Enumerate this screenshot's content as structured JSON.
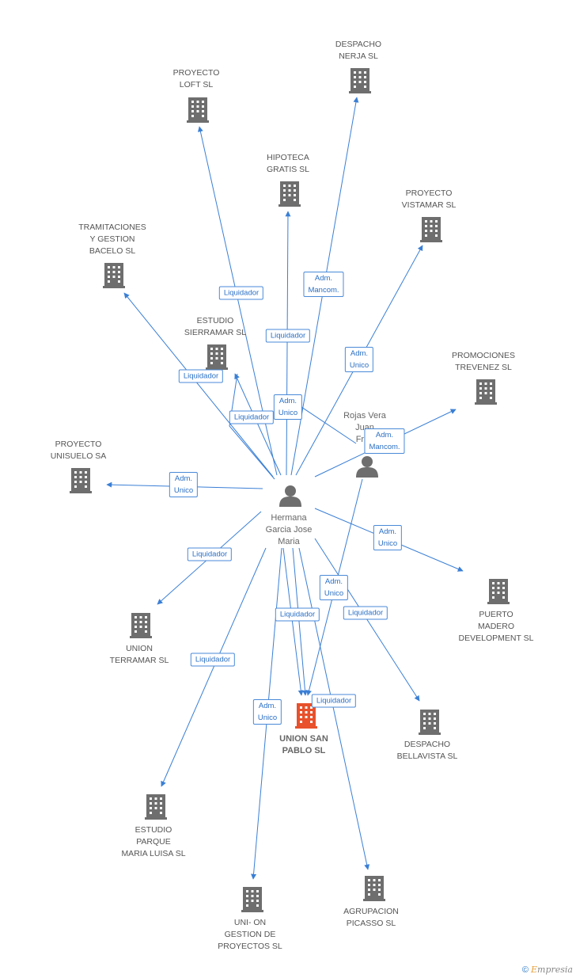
{
  "nodes": {
    "proyecto_loft": "PROYECTO\nLOFT SL",
    "despacho_nerja": "DESPACHO\nNERJA SL",
    "hipoteca_gratis": "HIPOTECA\nGRATIS SL",
    "proyecto_vistamar": "PROYECTO\nVISTAMAR SL",
    "tramitaciones": "TRAMITACIONES\nY GESTION\nBACELO SL",
    "estudio_sierramar": "ESTUDIO\nSIERRAMAR SL",
    "promociones_trevenez": "PROMOCIONES\nTREVENEZ SL",
    "proyecto_unisuelo": "PROYECTO\nUNISUELO SA",
    "puerto_madero": "PUERTO\nMADERO\nDEVELOPMENT SL",
    "union_terramar": "UNION\nTERRAMAR SL",
    "union_san_pablo": "UNION SAN\nPABLO SL",
    "despacho_bellavista": "DESPACHO\nBELLAVISTA SL",
    "estudio_parque": "ESTUDIO\nPARQUE\nMARIA LUISA SL",
    "uni_on_gestion": "UNI- ON\nGESTION DE\nPROYECTOS SL",
    "agrupacion_picasso": "AGRUPACION\nPICASSO SL"
  },
  "persons": {
    "hermana": "Hermana\nGarcia Jose\nMaria",
    "rojas": "Rojas Vera\nJuan\nFran"
  },
  "edges": {
    "e1": "Liquidador",
    "e2": "Adm.\nMancom.",
    "e3": "Liquidador",
    "e4": "Adm.\nUnico",
    "e5": "Liquidador",
    "e6": "Adm.\nUnico",
    "e7": "Liquidador",
    "e8": "Adm.\nMancom.",
    "e9": "Adm.\nUnico",
    "e10": "Adm.\nUnico",
    "e11": "Liquidador",
    "e12": "Adm.\nUnico",
    "e13": "Liquidador",
    "e14": "Liquidador",
    "e15": "Liquidador",
    "e16": "Adm.\nUnico",
    "e17": "Liquidador"
  },
  "footer": {
    "copyright": "©",
    "brand_first": "E",
    "brand_rest": "mpresia"
  },
  "colors": {
    "edge": "#3a7fd5",
    "building": "#6e6e6e",
    "main_building": "#e8512b",
    "person": "#6e6e6e"
  }
}
